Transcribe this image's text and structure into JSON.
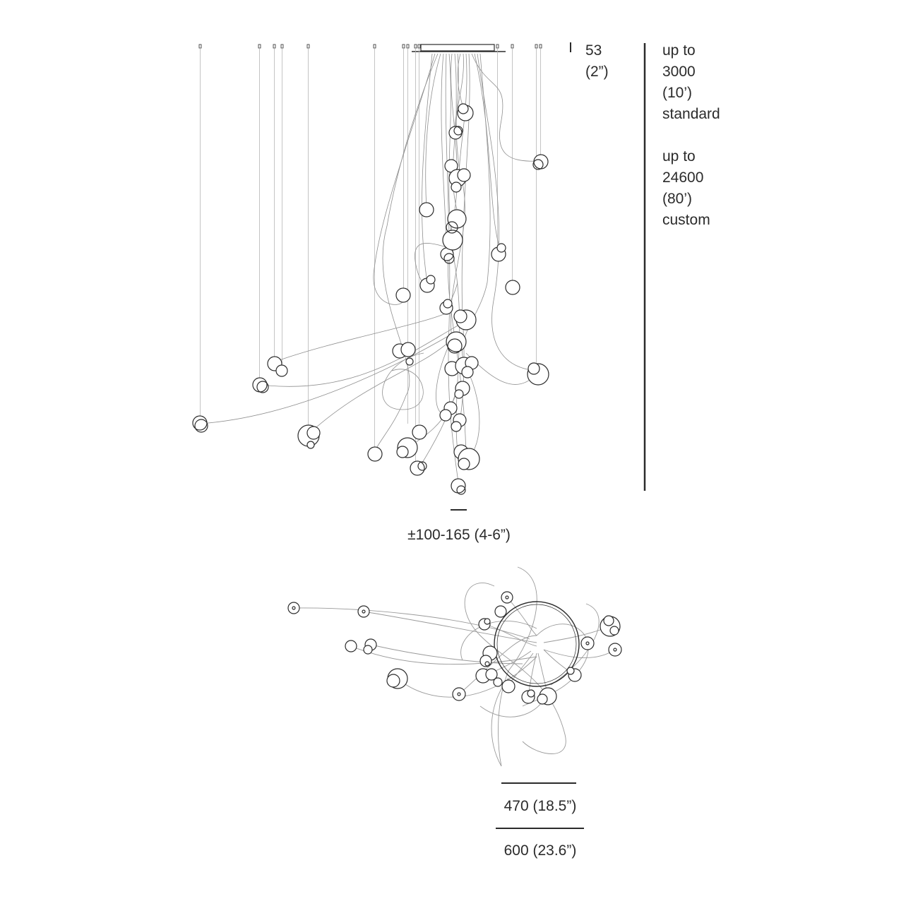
{
  "dimensions": {
    "canopy_height": {
      "value": "53",
      "inch": "(2”)"
    },
    "cable_length": {
      "standard": {
        "value": "up to",
        "mm": "3000",
        "ft": "(10’)",
        "label": "standard"
      },
      "custom": {
        "value": "up to",
        "mm": "24600",
        "ft": "(80’)",
        "label": "custom"
      }
    },
    "pendant_spacing": "±100-165 (4-6”)",
    "canopy_diameter": "470 (18.5”)",
    "overall_diameter": "600 (23.6”)"
  },
  "colors": {
    "line": "#2b2b2b",
    "cable": "#9a9a9a",
    "thin": "#b5b5b5"
  }
}
